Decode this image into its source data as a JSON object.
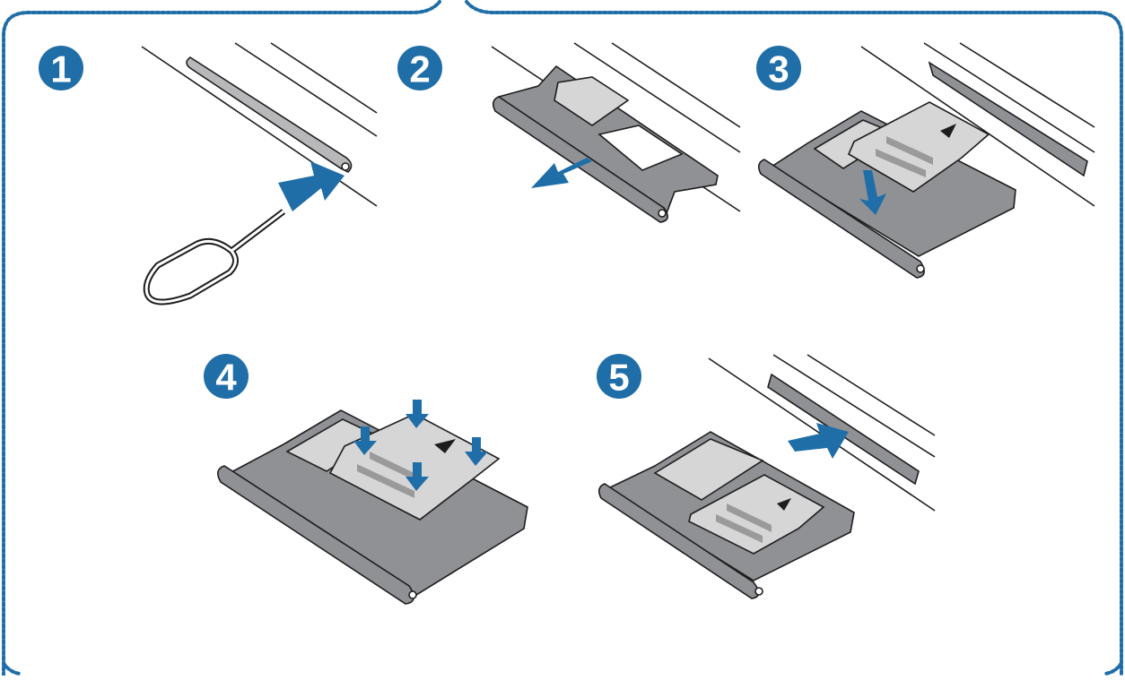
{
  "colors": {
    "frame_dotted": "#1f6ea8",
    "badge_fill": "#1f6ea8",
    "badge_text": "#ffffff",
    "arrow_blue": "#1f6ea8",
    "tray_fill": "#8f9195",
    "tray_stroke": "#2a2a2a",
    "card_fill": "#d6d6d6",
    "card_stripe": "#9a9a9a",
    "line_dark": "#1d1d1d"
  },
  "steps": [
    {
      "number": "1",
      "icon": "eject-pin-insert-icon"
    },
    {
      "number": "2",
      "icon": "tray-pull-out-icon"
    },
    {
      "number": "3",
      "icon": "card-place-in-tray-icon"
    },
    {
      "number": "4",
      "icon": "card-press-down-icon"
    },
    {
      "number": "5",
      "icon": "tray-insert-icon"
    }
  ]
}
